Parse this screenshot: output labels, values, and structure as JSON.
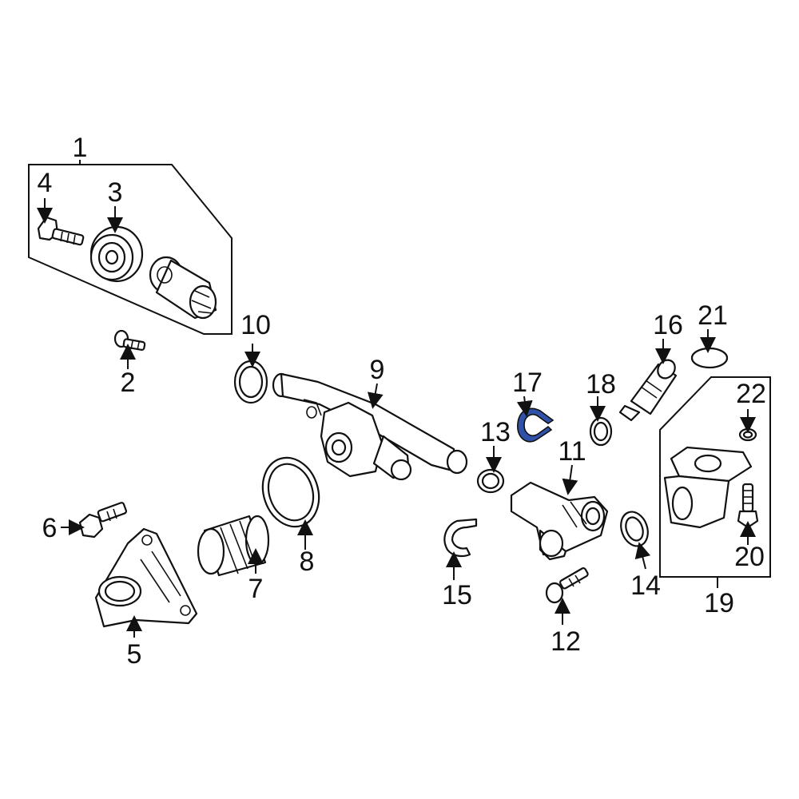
{
  "diagram": {
    "labels": {
      "p1": "1",
      "p2": "2",
      "p3": "3",
      "p4": "4",
      "p5": "5",
      "p6": "6",
      "p7": "7",
      "p8": "8",
      "p9": "9",
      "p10": "10",
      "p11": "11",
      "p12": "12",
      "p13": "13",
      "p14": "14",
      "p15": "15",
      "p16": "16",
      "p17": "17",
      "p18": "18",
      "p19": "19",
      "p20": "20",
      "p21": "21",
      "p22": "22"
    },
    "highlighted_part": "17",
    "highlight_color": "#2f52a8",
    "line_color": "#111111",
    "background": "#ffffff"
  }
}
